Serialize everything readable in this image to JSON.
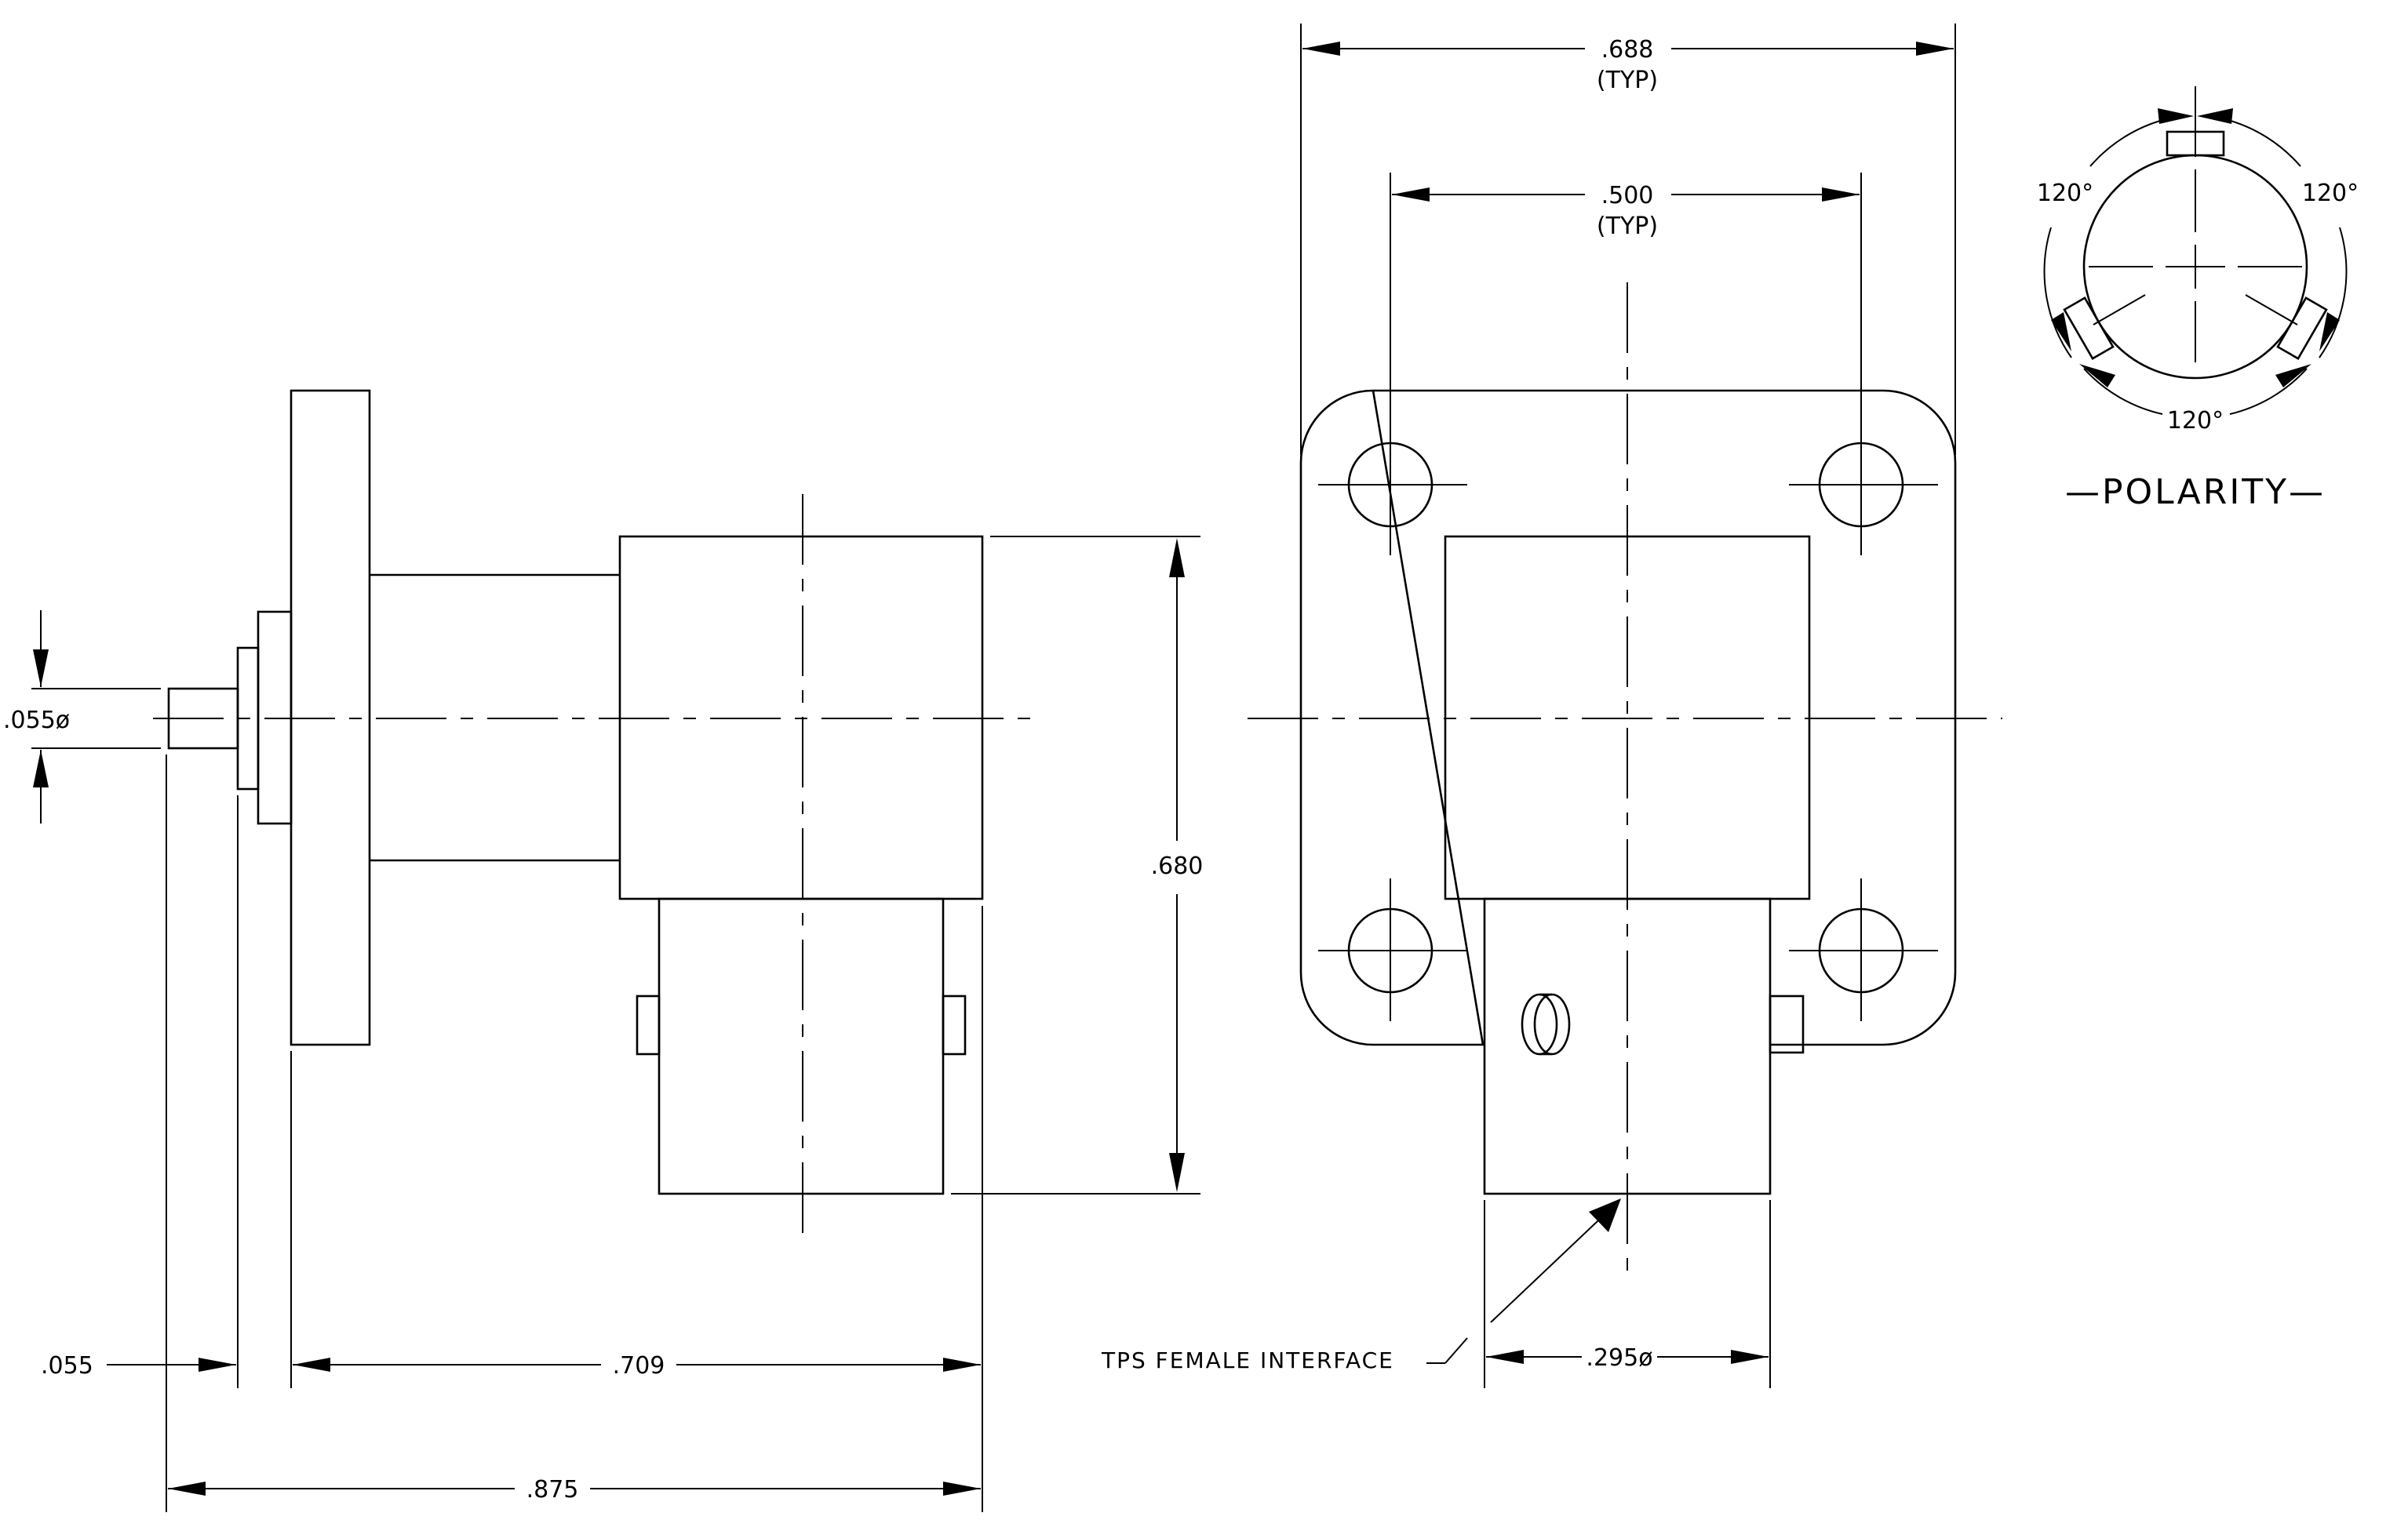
{
  "dimensions": {
    "pin_diameter": ".055ø",
    "flange_thickness": ".055",
    "flange_to_face": ".709",
    "overall_length": ".875",
    "body_height": ".680",
    "mount_width": ".688",
    "mount_width_note": "(TYP)",
    "hole_spacing": ".500",
    "hole_spacing_note": "(TYP)",
    "interface_diameter": ".295ø"
  },
  "callouts": {
    "interface": "TPS FEMALE INTERFACE"
  },
  "polarity": {
    "angle_left": "120°",
    "angle_right": "120°",
    "angle_bottom": "120°",
    "title": "—POLARITY—"
  }
}
